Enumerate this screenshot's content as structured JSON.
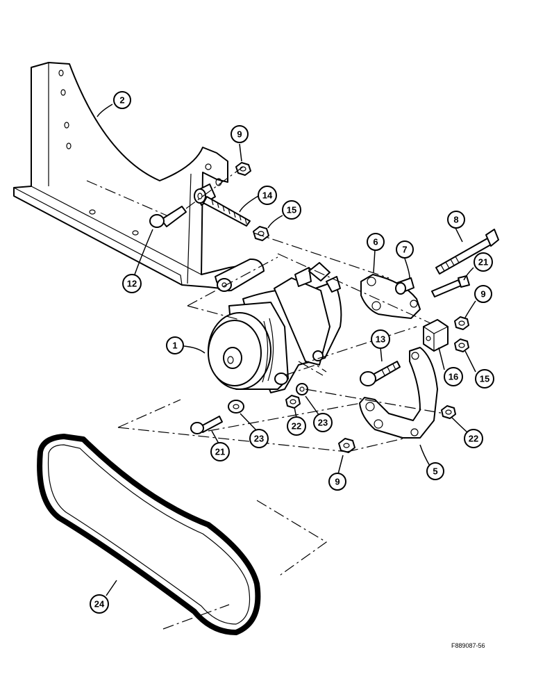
{
  "diagram": {
    "drawing_code": "F889087-56",
    "callouts": {
      "c1": "1",
      "c2": "2",
      "c5": "5",
      "c6": "6",
      "c7": "7",
      "c8": "8",
      "c9a": "9",
      "c9b": "9",
      "c9c": "9",
      "c12": "12",
      "c13": "13",
      "c14": "14",
      "c15a": "15",
      "c15b": "15",
      "c16": "16",
      "c21a": "21",
      "c21b": "21",
      "c22a": "22",
      "c22b": "22",
      "c23a": "23",
      "c23b": "23",
      "c24": "24"
    }
  }
}
